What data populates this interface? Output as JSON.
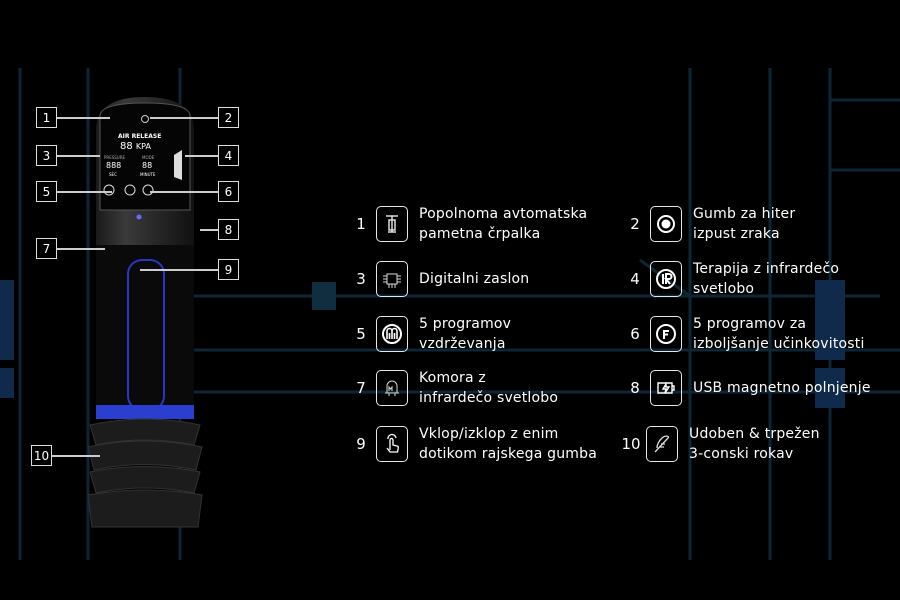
{
  "device": {
    "screen": {
      "title": "AIR RELEASE",
      "pressure_value": "88",
      "pressure_unit": "KPA",
      "pressure_label": "PRESSURE",
      "mode_label": "MODE",
      "seconds_value": "888",
      "seconds_label": "SEC",
      "minute_value": "88",
      "minute_label": "MINUTE"
    },
    "callouts": [
      "1",
      "2",
      "3",
      "4",
      "5",
      "6",
      "7",
      "8",
      "9",
      "10"
    ]
  },
  "features": [
    {
      "num": "1",
      "icon": "pump-icon",
      "text": "Popolnoma avtomatska\npametna črpalka"
    },
    {
      "num": "2",
      "icon": "release-button-icon",
      "text": "Gumb za hiter\nizpust zraka"
    },
    {
      "num": "3",
      "icon": "chip-icon",
      "text": "Digitalni zaslon"
    },
    {
      "num": "4",
      "icon": "infrared-icon",
      "text": "Terapija z infrardečo\nsvetlobo"
    },
    {
      "num": "5",
      "icon": "maintenance-program-icon",
      "text": "5 programov\n vzdrževanja"
    },
    {
      "num": "6",
      "icon": "performance-program-icon",
      "text": "5 programov za\nizboljšanje učinkovitosti"
    },
    {
      "num": "7",
      "icon": "infrared-chamber-icon",
      "text": "Komora z\ninfrardečo svetlobo"
    },
    {
      "num": "8",
      "icon": "battery-charging-icon",
      "text": "USB magnetno polnjenje"
    },
    {
      "num": "9",
      "icon": "touch-icon",
      "text": "Vklop/izklop z enim\ndotikom rajskega gumba"
    },
    {
      "num": "10",
      "icon": "feather-icon",
      "text": "Udoben & trpežen\n3-conski rokav"
    }
  ],
  "colors": {
    "background": "#000000",
    "circuit": "#0d2a3a",
    "accent_blue": "#2a3fd0"
  }
}
